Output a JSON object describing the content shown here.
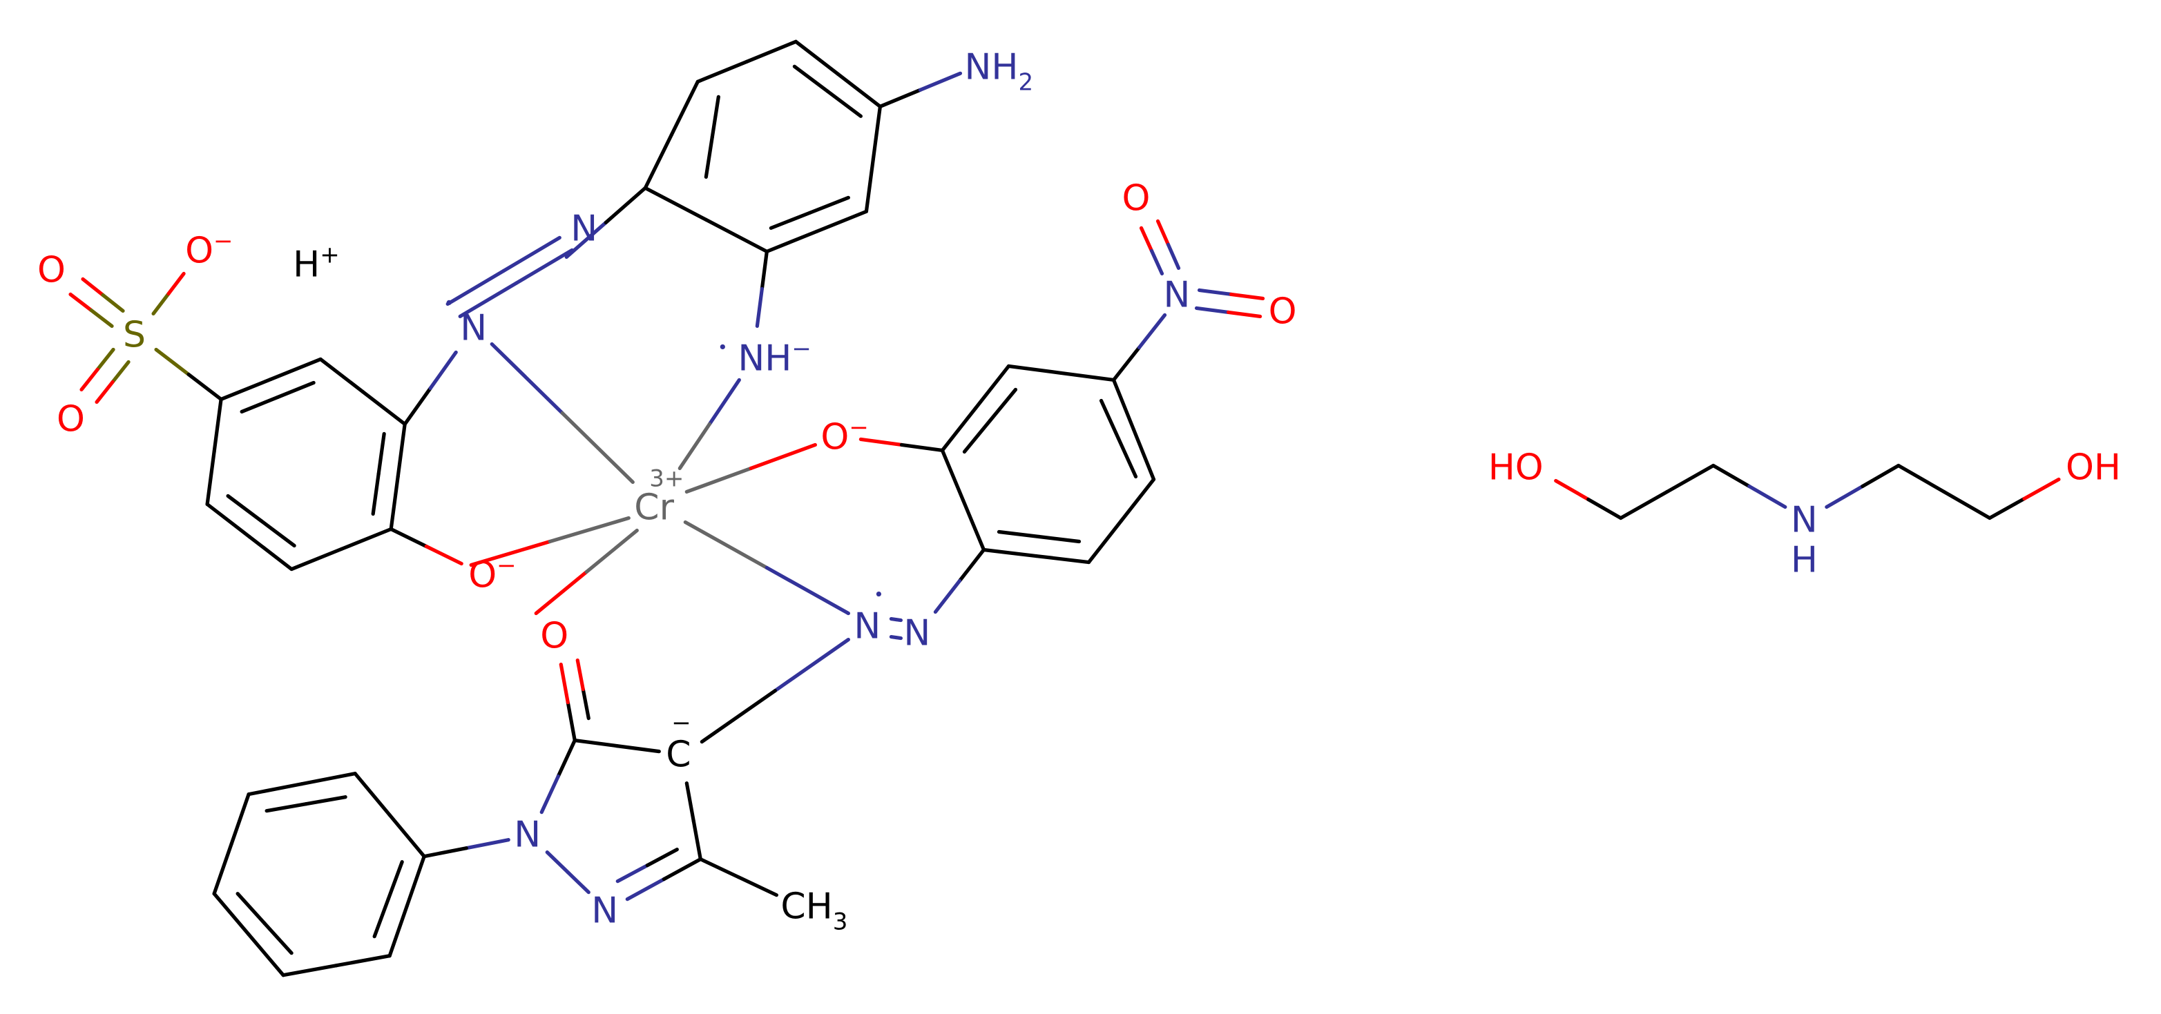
{
  "colors": {
    "carbon": "#000000",
    "nitrogen": "#33339a",
    "oxygen": "#ff0000",
    "sulfur": "#666600",
    "chromium": "#666666"
  },
  "molecule_1": {
    "atoms": {
      "nh2": {
        "text": "NH",
        "sub": "2"
      },
      "azo_n1": {
        "text": "N"
      },
      "sulfonate_o_minus": {
        "text": "O",
        "sup": "−"
      },
      "proton": {
        "text": "H",
        "sup": "+"
      },
      "sulfonyl_o1": {
        "text": "O"
      },
      "sulfur": {
        "text": "S"
      },
      "azo_n2": {
        "text": "N"
      },
      "amide_nh": {
        "text": "NH",
        "sup": "−"
      },
      "sulfonyl_o2": {
        "text": "O"
      },
      "nitro_o1": {
        "text": "O"
      },
      "nitro_n": {
        "text": "N"
      },
      "nitro_o2": {
        "text": "O"
      },
      "phenoxide_o2": {
        "text": "O",
        "sup": "−"
      },
      "chromium": {
        "text": "Cr",
        "sup": "3+"
      },
      "phenoxide_o1": {
        "text": "O",
        "sup": "−"
      },
      "carbonyl_o": {
        "text": "O"
      },
      "azo_n3": {
        "text": "N"
      },
      "azo_n4": {
        "text": "N"
      },
      "carbanion": {
        "text": "C",
        "sup": "−"
      },
      "pyrazole_n1": {
        "text": "N"
      },
      "pyrazole_n2": {
        "text": "N"
      },
      "methyl": {
        "text": "CH",
        "sub": "3"
      }
    }
  },
  "molecule_2": {
    "atoms": {
      "ho_left": {
        "text": "HO"
      },
      "amine_n": {
        "text": "N"
      },
      "amine_h": {
        "text": "H"
      },
      "oh_right": {
        "text": "OH"
      }
    }
  }
}
